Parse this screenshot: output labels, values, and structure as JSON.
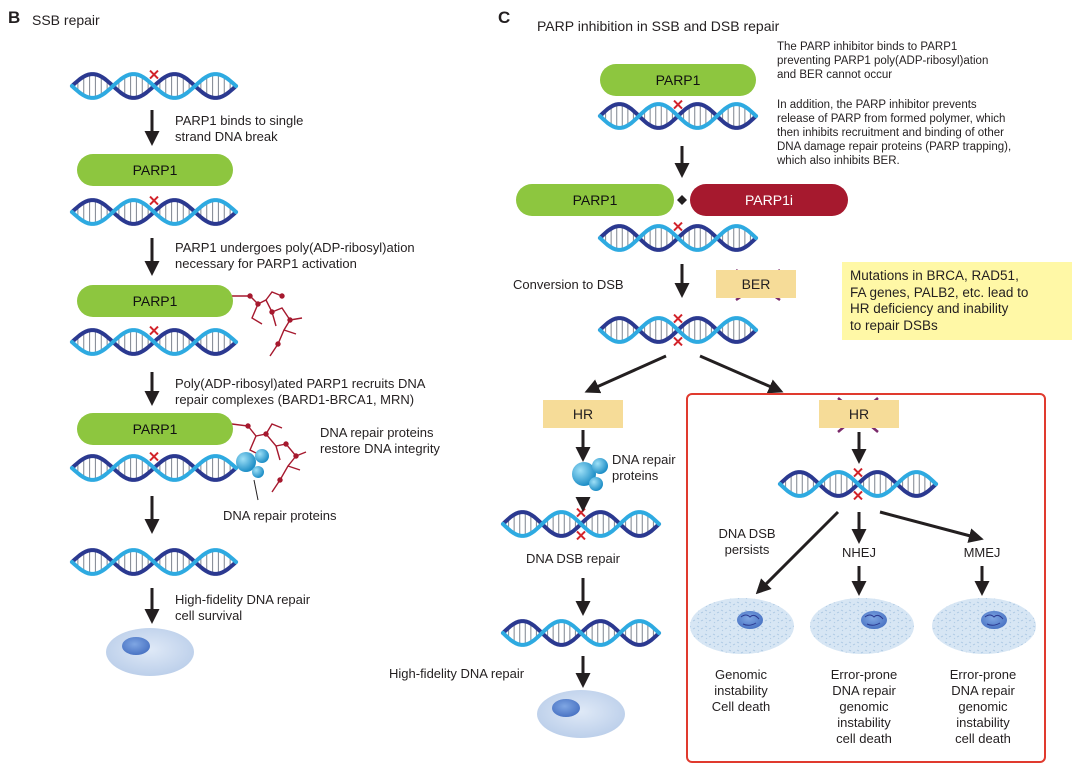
{
  "panels": {
    "b": {
      "letter": "B",
      "title": "SSB repair",
      "steps": [
        "PARP1 binds to single\nstrand DNA break",
        "PARP1 undergoes poly(ADP-ribosyl)ation\nnecessary for PARP1 activation",
        "Poly(ADP-ribosyl)ated PARP1 recruits DNA\nrepair complexes (BARD1-BRCA1, MRN)",
        "High-fidelity DNA repair\ncell survival"
      ],
      "repair_proteins_text": "DNA repair proteins\nrestore DNA integrity",
      "proteins_label": "DNA repair proteins",
      "parp_label": "PARP1"
    },
    "c": {
      "letter": "C",
      "title": "PARP inhibition in SSB and DSB repair",
      "note1": "The PARP inhibitor binds to PARP1\npreventing PARP1 poly(ADP-ribosyl)ation\nand BER cannot occur",
      "note2": "In addition, the PARP inhibitor prevents\nrelease of PARP from formed polymer, which\nthen inhibits recruitment and binding of other\nDNA damage repair proteins (PARP trapping),\nwhich also inhibits BER.",
      "parp_label": "PARP1",
      "parpi_label": "PARP1i",
      "ber_label": "BER",
      "conversion_label": "Conversion to DSB",
      "mutation_box": "Mutations in BRCA, RAD51,\nFA genes, PALB2, etc. lead to\nHR deficiency and inability\nto repair DSBs",
      "hr_label": "HR",
      "dna_repair_proteins": "DNA repair\nproteins",
      "dsb_repair": "DNA DSB repair",
      "hifi_repair": "High-fidelity DNA repair",
      "dsb_persists": "DNA DSB\npersists",
      "nhej": "NHEJ",
      "mmej": "MMEJ",
      "outcome1": "Genomic\ninstability\nCell death",
      "outcome2": "Error-prone\nDNA repair\ngenomic\ninstability\ncell death",
      "outcome3": "Error-prone\nDNA repair\ngenomic\ninstability\ncell death"
    }
  },
  "colors": {
    "parp_green": "#8dc63f",
    "parpi_red": "#a6192e",
    "dna_light": "#2eaae1",
    "dna_dark": "#2b3990",
    "break_red": "#d2232a",
    "tan_box": "#f6dc98",
    "yellow_box": "#fff8a6",
    "frame_red": "#e03a2e"
  }
}
